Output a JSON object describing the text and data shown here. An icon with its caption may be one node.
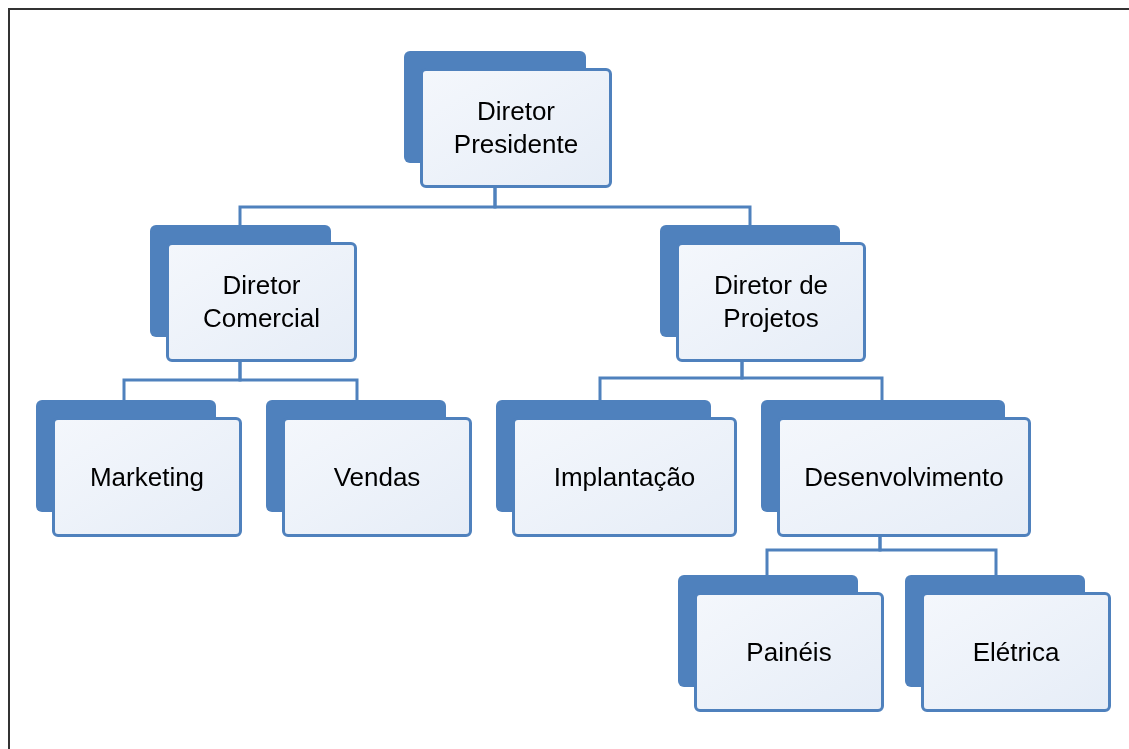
{
  "diagram": {
    "nodes": [
      {
        "text": [
          "Diretor Presidente"
        ]
      },
      {
        "text": [
          "Diretor Comercial"
        ]
      },
      {
        "text": [
          "Diretor de Projetos"
        ]
      },
      {
        "text": [
          "Marketing"
        ]
      },
      {
        "text": [
          "Vendas"
        ]
      },
      {
        "text": [
          "Implantação"
        ]
      },
      {
        "text": [
          "Desenvolvimento"
        ]
      },
      {
        "text": [
          "Painéis"
        ]
      },
      {
        "text": [
          "Elétrica"
        ]
      }
    ],
    "edges": [
      {
        "from": 0,
        "to": 1,
        "arrow": "none"
      },
      {
        "from": 0,
        "to": 2,
        "arrow": "none"
      },
      {
        "from": 1,
        "to": 3,
        "arrow": "none"
      },
      {
        "from": 1,
        "to": 4,
        "arrow": "none"
      },
      {
        "from": 2,
        "to": 5,
        "arrow": "none"
      },
      {
        "from": 2,
        "to": 6,
        "arrow": "none"
      },
      {
        "from": 6,
        "to": 7,
        "arrow": "none"
      },
      {
        "from": 6,
        "to": 8,
        "arrow": "none"
      }
    ]
  }
}
